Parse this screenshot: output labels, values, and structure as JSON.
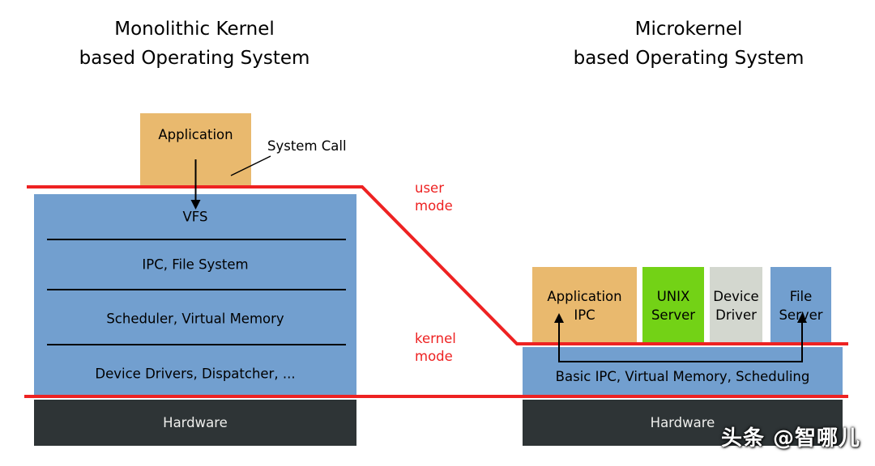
{
  "titles": {
    "left_line1": "Monolithic Kernel",
    "left_line2": "based Operating System",
    "right_line1": "Microkernel",
    "right_line2": "based Operating System"
  },
  "monolithic": {
    "application": "Application",
    "system_call": "System Call",
    "kernel_layers": [
      "VFS",
      "IPC, File System",
      "Scheduler, Virtual Memory",
      "Device Drivers, Dispatcher, ..."
    ],
    "hardware": "Hardware"
  },
  "mode_labels": {
    "user_line1": "user",
    "user_line2": "mode",
    "kernel_line1": "kernel",
    "kernel_line2": "mode"
  },
  "microkernel": {
    "servers": [
      {
        "line1": "Application",
        "line2": "IPC",
        "color": "#e9b96e"
      },
      {
        "line1": "UNIX",
        "line2": "Server",
        "color": "#73d216"
      },
      {
        "line1": "Device",
        "line2": "Driver",
        "color": "#d3d7cf"
      },
      {
        "line1": "File",
        "line2": "Server",
        "color": "#729fcf"
      }
    ],
    "kernel_layer": "Basic IPC, Virtual Memory, Scheduling",
    "hardware": "Hardware"
  },
  "watermark": "头条 @智哪儿",
  "colors": {
    "blue": "#729fcf",
    "orange": "#e9b96e",
    "green": "#73d216",
    "gray": "#d3d7cf",
    "dark": "#2e3436",
    "red": "#ee2222",
    "black": "#000000"
  }
}
